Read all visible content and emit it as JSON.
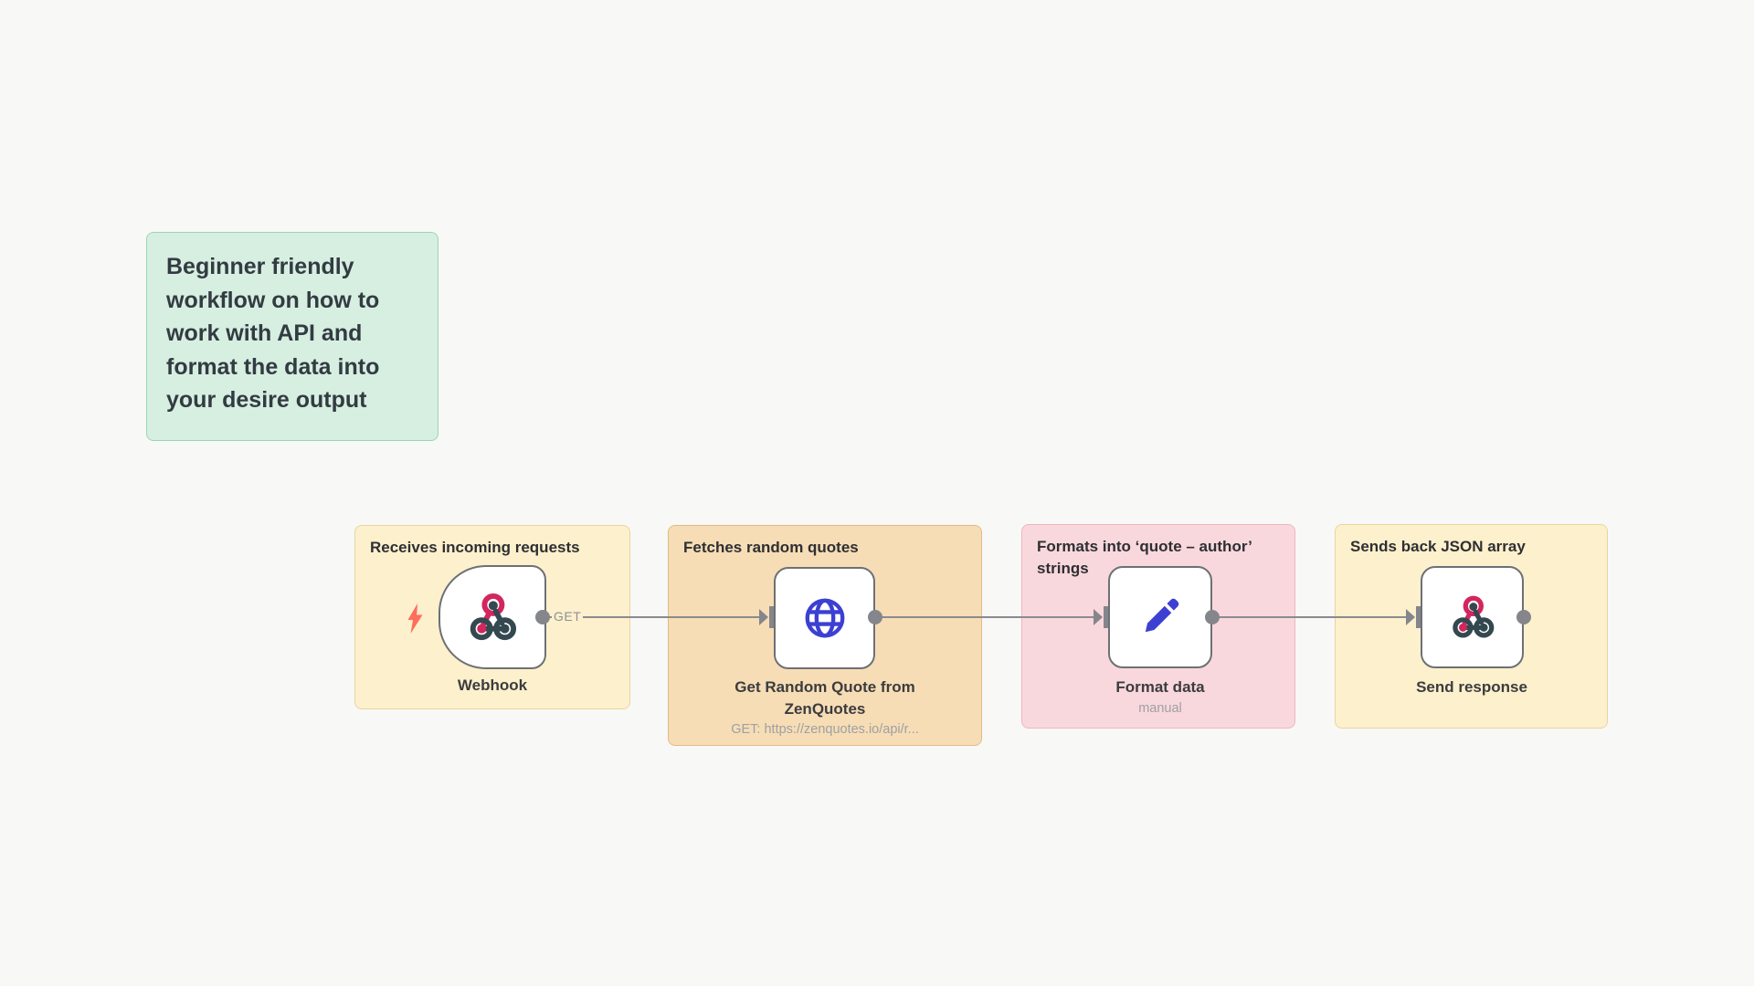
{
  "canvas": {
    "background": "#f8f8f7"
  },
  "intro_note": {
    "text": "Beginner friendly\nworkflow on how to\nwork with API and\nformat the data into\nyour desire output"
  },
  "sticky_notes": [
    {
      "id": "receives",
      "title": "Receives incoming requests",
      "color": "yellow"
    },
    {
      "id": "fetches",
      "title": "Fetches random quotes",
      "color": "orange"
    },
    {
      "id": "formats",
      "title": "Formats into ‘quote – author’\nstrings",
      "color": "pink"
    },
    {
      "id": "sends",
      "title": "Sends back JSON array",
      "color": "yellow"
    }
  ],
  "nodes": [
    {
      "id": "webhook",
      "label": "Webhook",
      "icon": "webhook-icon",
      "type": "trigger",
      "output_label": "GET"
    },
    {
      "id": "http-request",
      "label": "Get Random Quote from\nZenQuotes",
      "icon": "globe-icon",
      "type": "regular",
      "subtitle": "GET: https://zenquotes.io/api/r..."
    },
    {
      "id": "format-data",
      "label": "Format data",
      "icon": "pencil-icon",
      "type": "regular",
      "subtitle": "manual"
    },
    {
      "id": "send-response",
      "label": "Send response",
      "icon": "webhook-icon",
      "type": "regular"
    }
  ],
  "colors": {
    "canvas_bg": "#f8f8f7",
    "note_yellow_bg": "#fdf0cc",
    "note_yellow_border": "#e9d5a0",
    "note_orange_bg": "#f7ddb5",
    "note_orange_border": "#dfbc85",
    "note_pink_bg": "#f9d8dd",
    "note_pink_border": "#eeb6c1",
    "note_green_bg": "#d6efe1",
    "note_green_border": "#98d7b5",
    "node_border": "#6d7075",
    "connector_gray": "#85868b",
    "line_gray": "#8a8b8f",
    "icon_blue": "#3c40d2",
    "webhook_pink": "#d2265e",
    "webhook_dark": "#33484f",
    "trigger_bolt": "#ff6d5c"
  }
}
